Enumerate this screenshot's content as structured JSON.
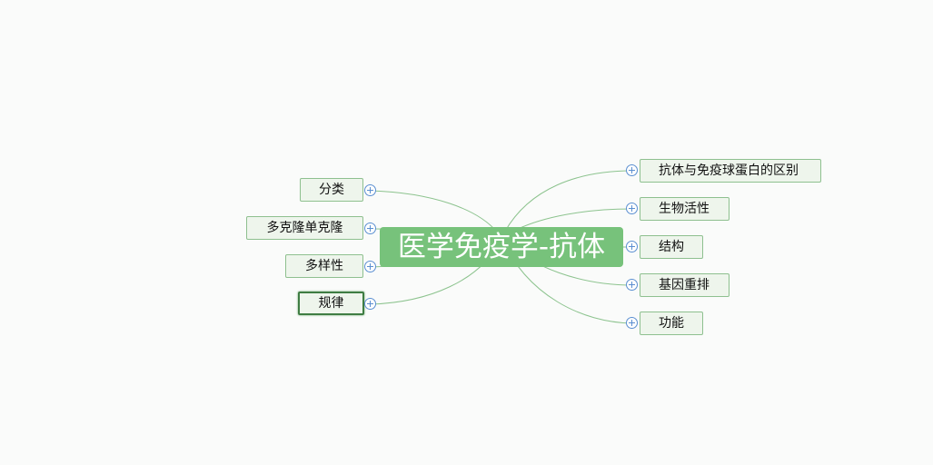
{
  "map": {
    "central_title": "医学免疫学-抗体",
    "left_topics": [
      {
        "label": "分类"
      },
      {
        "label": "多克隆单克隆"
      },
      {
        "label": "多样性"
      },
      {
        "label": "规律"
      }
    ],
    "right_topics": [
      {
        "label": "抗体与免疫球蛋白的区别"
      },
      {
        "label": "生物活性"
      },
      {
        "label": "结构"
      },
      {
        "label": "基因重排"
      },
      {
        "label": "功能"
      }
    ],
    "selected_topic": "规律",
    "colors": {
      "central_fill": "#77c27b",
      "topic_fill": "#eef5ec",
      "topic_border": "#8ec08f",
      "link": "#8cc38e",
      "expander": "#5b8fd1",
      "selected_border": "#3f7d43"
    },
    "icons": {
      "expander": "plus-circle-icon"
    }
  }
}
